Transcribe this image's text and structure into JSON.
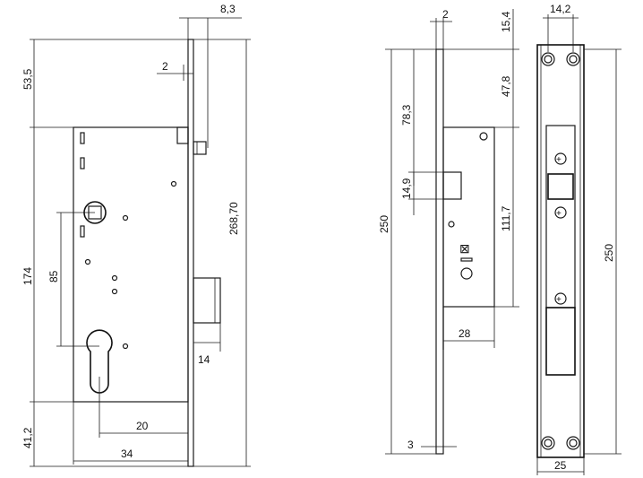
{
  "drawing": {
    "colors": {
      "line": "#1a1a1a",
      "background": "#ffffff"
    },
    "side_view": {
      "dimensions": {
        "front_plate_thickness": "8,3",
        "plate_offset": "2",
        "top_offset": "53,5",
        "overall_height": "268,70",
        "case_height": "174",
        "handle_to_cylinder": "85",
        "bottom_offset": "41,2",
        "latch_depth": "14",
        "backset_cylinder": "20",
        "backset_total": "34"
      }
    },
    "middle_view": {
      "dimensions": {
        "plate_thickness": "2",
        "top_gap": "15,4",
        "plate_to_case": "47,8",
        "plate_to_latch": "78,3",
        "plate_height": "250",
        "latch_height": "14,9",
        "case_height": "111,7",
        "case_width": "28",
        "bottom_thickness": "3"
      }
    },
    "front_view": {
      "dimensions": {
        "hole_spacing": "14,2",
        "plate_height": "250",
        "plate_width": "25"
      }
    }
  }
}
